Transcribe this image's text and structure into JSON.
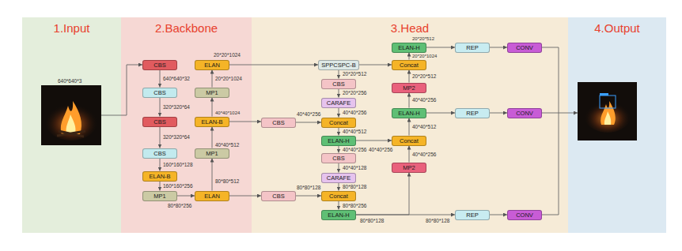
{
  "diagram": {
    "nodes": [
      {
        "text": [
          "1.Input"
        ]
      },
      {
        "text": [
          "2.Backbone"
        ]
      },
      {
        "text": [
          "CBS"
        ],
        "in": 1
      },
      {
        "text": [
          "CBS"
        ],
        "in": 1
      },
      {
        "text": [
          "CBS"
        ],
        "in": 1
      },
      {
        "text": [
          "CBS"
        ],
        "in": 1
      },
      {
        "text": [
          "ELAN-B"
        ],
        "in": 1
      },
      {
        "text": [
          "MP1"
        ],
        "in": 1
      },
      {
        "text": [
          "ELAN"
        ],
        "in": 1
      },
      {
        "text": [
          "MP1"
        ],
        "in": 1
      },
      {
        "text": [
          "ELAN-B"
        ],
        "in": 1
      },
      {
        "text": [
          "MP1"
        ],
        "in": 1
      },
      {
        "text": [
          "ELAN"
        ],
        "in": 1
      },
      {
        "text": [
          "3.Head"
        ]
      },
      {
        "text": [
          "SPPCSPC-B"
        ],
        "in": 13
      },
      {
        "text": [
          "CBS"
        ],
        "in": 13
      },
      {
        "text": [
          "CARAFE"
        ],
        "in": 13
      },
      {
        "text": [
          "Concat"
        ],
        "in": 13
      },
      {
        "text": [
          "ELAN-H"
        ],
        "in": 13
      },
      {
        "text": [
          "CBS"
        ],
        "in": 13
      },
      {
        "text": [
          "CARAFE"
        ],
        "in": 13
      },
      {
        "text": [
          "Concat"
        ],
        "in": 13
      },
      {
        "text": [
          "ELAN-H"
        ],
        "in": 13
      },
      {
        "text": [
          "CBS"
        ],
        "in": 13
      },
      {
        "text": [
          "CBS"
        ],
        "in": 13
      },
      {
        "text": [
          "ELAN-H"
        ],
        "in": 13
      },
      {
        "text": [
          "Concat"
        ],
        "in": 13
      },
      {
        "text": [
          "MP2"
        ],
        "in": 13
      },
      {
        "text": [
          "ELAN-H"
        ],
        "in": 13
      },
      {
        "text": [
          "Concat"
        ],
        "in": 13
      },
      {
        "text": [
          "MP2"
        ],
        "in": 13
      },
      {
        "text": [
          "REP"
        ],
        "in": 13
      },
      {
        "text": [
          "REP"
        ],
        "in": 13
      },
      {
        "text": [
          "REP"
        ],
        "in": 13
      },
      {
        "text": [
          "CONV"
        ],
        "in": 13
      },
      {
        "text": [
          "CONV"
        ],
        "in": 13
      },
      {
        "text": [
          "CONV"
        ],
        "in": 13
      },
      {
        "text": [
          "4.Output"
        ]
      }
    ],
    "edges": [
      {
        "from": 2,
        "to": 3,
        "arrow": "to"
      },
      {
        "from": 3,
        "to": 4,
        "arrow": "to"
      },
      {
        "from": 4,
        "to": 5,
        "arrow": "to"
      },
      {
        "from": 5,
        "to": 6,
        "arrow": "to"
      },
      {
        "from": 6,
        "to": 7,
        "arrow": "to"
      },
      {
        "from": 7,
        "to": 8,
        "arrow": "to"
      },
      {
        "from": 8,
        "to": 9,
        "arrow": "to"
      },
      {
        "from": 9,
        "to": 10,
        "arrow": "to"
      },
      {
        "from": 10,
        "to": 11,
        "arrow": "to"
      },
      {
        "from": 11,
        "to": 12,
        "arrow": "to"
      },
      {
        "from": 12,
        "to": 14,
        "arrow": "to"
      },
      {
        "from": 10,
        "to": 23,
        "arrow": "to"
      },
      {
        "from": 8,
        "to": 24,
        "arrow": "to"
      },
      {
        "from": 14,
        "to": 15,
        "arrow": "to"
      },
      {
        "from": 15,
        "to": 16,
        "arrow": "to"
      },
      {
        "from": 16,
        "to": 17,
        "arrow": "to"
      },
      {
        "from": 17,
        "to": 18,
        "arrow": "to"
      },
      {
        "from": 18,
        "to": 19,
        "arrow": "to"
      },
      {
        "from": 19,
        "to": 20,
        "arrow": "to"
      },
      {
        "from": 20,
        "to": 21,
        "arrow": "to"
      },
      {
        "from": 21,
        "to": 22,
        "arrow": "to"
      },
      {
        "from": 23,
        "to": 17,
        "arrow": "to"
      },
      {
        "from": 24,
        "to": 21,
        "arrow": "to"
      },
      {
        "from": 22,
        "to": 33,
        "arrow": "to"
      },
      {
        "from": 22,
        "to": 30,
        "arrow": "to"
      },
      {
        "from": 30,
        "to": 29,
        "arrow": "to"
      },
      {
        "from": 18,
        "to": 29,
        "arrow": "to"
      },
      {
        "from": 29,
        "to": 28,
        "arrow": "to"
      },
      {
        "from": 28,
        "to": 32,
        "arrow": "to"
      },
      {
        "from": 28,
        "to": 27,
        "arrow": "to"
      },
      {
        "from": 27,
        "to": 26,
        "arrow": "to"
      },
      {
        "from": 14,
        "to": 26,
        "arrow": "to"
      },
      {
        "from": 26,
        "to": 25,
        "arrow": "to"
      },
      {
        "from": 25,
        "to": 31,
        "arrow": "to"
      },
      {
        "from": 31,
        "to": 34,
        "arrow": "to"
      },
      {
        "from": 32,
        "to": 35,
        "arrow": "to"
      },
      {
        "from": 33,
        "to": 36,
        "arrow": "to"
      }
    ],
    "labels": [
      "640*640*3",
      "640*640*32",
      "320*320*64",
      "320*320*64",
      "160*160*128",
      "160*160*256",
      "80*80*256",
      "80*80*512",
      "40*40*512",
      "40*40*1024",
      "20*20*1024",
      "20*20*1024",
      "40*40*256",
      "20*20*512",
      "20*20*256",
      "40*40*256",
      "40*40*512",
      "40*40*256",
      "40*40*128",
      "80*80*128",
      "80*80*256",
      "80*80*128",
      "80*80*128",
      "40*40*256",
      "80*80*128",
      "20*20*512",
      "20*20*1024",
      "20*20*512",
      "40*40*256",
      "40*40*512",
      "40*40*256"
    ]
  }
}
